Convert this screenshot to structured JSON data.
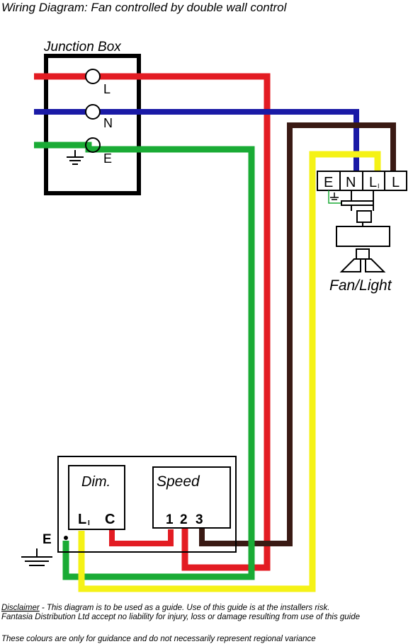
{
  "title": "Wiring Diagram: Fan controlled by double wall control",
  "junction_box": {
    "label": "Junction Box",
    "terminals": [
      "L",
      "N",
      "E"
    ]
  },
  "fan": {
    "label": "Fan/Light",
    "terminals": [
      "E",
      "N",
      "L",
      "L"
    ],
    "subscript": "I"
  },
  "wall_control": {
    "dimmer_label": "Dim.",
    "dimmer_terminals": [
      "L",
      "C"
    ],
    "dimmer_subscript": "I",
    "speed_label": "Speed",
    "speed_terminals": [
      "1",
      "2",
      "3"
    ],
    "earth_label": "E"
  },
  "footer": {
    "disclaimer_label": "Disclaimer",
    "disclaimer_line1": " - This diagram is to be used as a guide.  Use of this guide is at the installers risk.",
    "disclaimer_line2": "Fantasia Distribution Ltd accept no liability for injury, loss or damage resulting from use of this guide",
    "colours_note": "These colours are only for guidance and do not necessarily represent regional variance"
  },
  "colors": {
    "red": "#e31c23",
    "blue": "#1a1aa6",
    "green": "#1aab35",
    "brown": "#3a1a14",
    "yellow": "#f5f216"
  }
}
